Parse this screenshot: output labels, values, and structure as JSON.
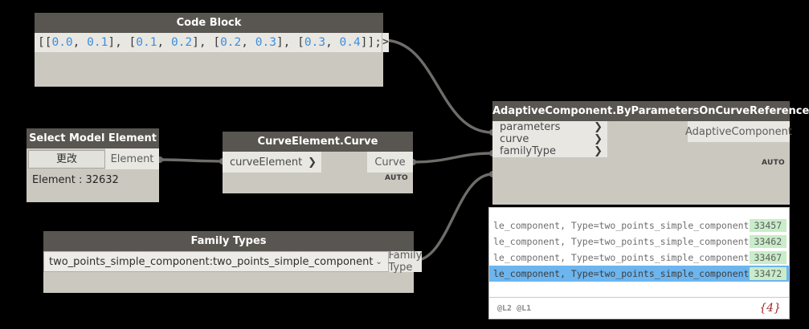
{
  "theme": {
    "canvas_bg": "#000000",
    "node_header_bg": "#595651",
    "node_body_bg": "#cbc8c0",
    "port_bg": "#e9e7e2",
    "wire_color": "#6f6d69",
    "code_number_color": "#3c8ede",
    "selection_blue": "#6cb5ef",
    "id_badge_green": "#c9ecc9",
    "count_red": "#9e2b2b"
  },
  "nodes": {
    "code_block": {
      "title": "Code Block",
      "code_segments": [
        {
          "t": "[[",
          "type": "punct"
        },
        {
          "t": "0.0",
          "type": "number"
        },
        {
          "t": ", ",
          "type": "punct"
        },
        {
          "t": "0.1",
          "type": "number"
        },
        {
          "t": "], [",
          "type": "punct"
        },
        {
          "t": "0.1",
          "type": "number"
        },
        {
          "t": ", ",
          "type": "punct"
        },
        {
          "t": "0.2",
          "type": "number"
        },
        {
          "t": "], [",
          "type": "punct"
        },
        {
          "t": "0.2",
          "type": "number"
        },
        {
          "t": ", ",
          "type": "punct"
        },
        {
          "t": "0.3",
          "type": "number"
        },
        {
          "t": "], [",
          "type": "punct"
        },
        {
          "t": "0.3",
          "type": "number"
        },
        {
          "t": ", ",
          "type": "punct"
        },
        {
          "t": "0.4",
          "type": "number"
        },
        {
          "t": "]];",
          "type": "punct"
        }
      ],
      "code_plain": "[[0.0, 0.1], [0.1, 0.2], [0.2, 0.3], [0.3, 0.4]];",
      "output_label": ">"
    },
    "select_model_element": {
      "title": "Select Model Element",
      "button_label": "更改",
      "output_label": "Element",
      "value_text": "Element : 32632"
    },
    "curve_element_curve": {
      "title": "CurveElement.Curve",
      "input_label": "curveElement",
      "input_chevron": "❯",
      "output_label": "Curve",
      "run_mode": "AUTO"
    },
    "adaptive_component": {
      "title": "AdaptiveComponent.ByParametersOnCurveReference",
      "inputs": [
        {
          "label": "parameters",
          "chevron": "❯"
        },
        {
          "label": "curve",
          "chevron": "❯"
        },
        {
          "label": "familyType",
          "chevron": "❯"
        }
      ],
      "output_label": "AdaptiveComponent",
      "run_mode": "AUTO"
    },
    "family_types": {
      "title": "Family Types",
      "selected_option": "two_points_simple_component:two_points_simple_component",
      "dropdown_chevron": "⌄",
      "output_label": "Family Type"
    }
  },
  "preview_panel": {
    "rows": [
      {
        "text": "le_component, Type=two_points_simple_component",
        "id": "33457",
        "selected": false
      },
      {
        "text": "le_component, Type=two_points_simple_component",
        "id": "33462",
        "selected": false
      },
      {
        "text": "le_component, Type=two_points_simple_component",
        "id": "33467",
        "selected": false
      },
      {
        "text": "le_component, Type=two_points_simple_component",
        "id": "33472",
        "selected": true
      }
    ],
    "levels_label": "@L2 @L1",
    "count_label": "{4}"
  }
}
